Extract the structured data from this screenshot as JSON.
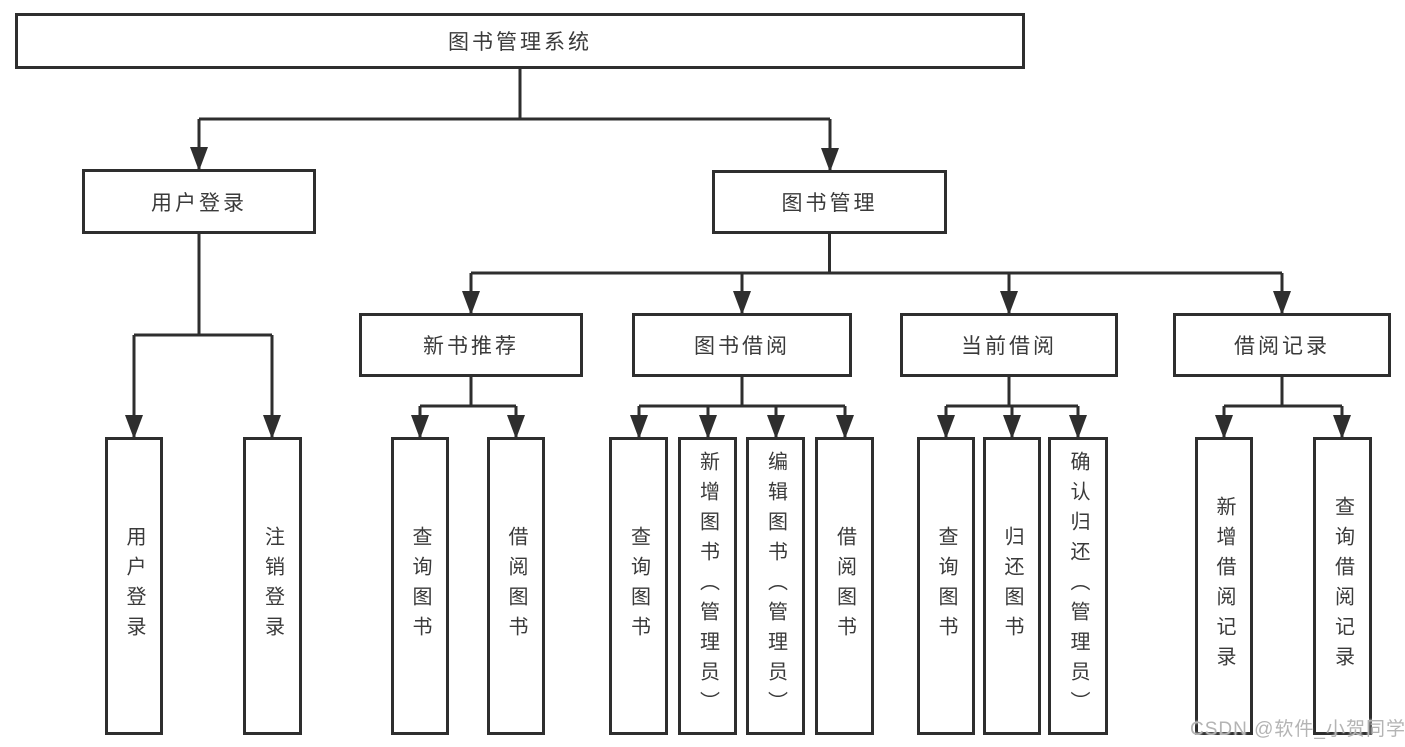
{
  "tree": {
    "root": {
      "label": "图书管理系统"
    },
    "branches": [
      {
        "label": "用户登录",
        "children": [
          {
            "label": "用户登录"
          },
          {
            "label": "注销登录"
          }
        ]
      },
      {
        "label": "图书管理",
        "groups": [
          {
            "label": "新书推荐",
            "children": [
              {
                "label": "查询图书"
              },
              {
                "label": "借阅图书"
              }
            ]
          },
          {
            "label": "图书借阅",
            "children": [
              {
                "label": "查询图书"
              },
              {
                "label": "新增图书（管理员）"
              },
              {
                "label": "编辑图书（管理员）"
              },
              {
                "label": "借阅图书"
              }
            ]
          },
          {
            "label": "当前借阅",
            "children": [
              {
                "label": "查询图书"
              },
              {
                "label": "归还图书"
              },
              {
                "label": "确认归还（管理员）"
              }
            ]
          },
          {
            "label": "借阅记录",
            "children": [
              {
                "label": "新增借阅记录"
              },
              {
                "label": "查询借阅记录"
              }
            ]
          }
        ]
      }
    ]
  },
  "watermark": {
    "text": "CSDN @软件_小贺同学"
  },
  "colors": {
    "line": "#2e2e2e",
    "text": "#3a3a3a",
    "box_fill": "#ffffff",
    "watermark": "#b4b4b4",
    "background": "#ffffff"
  }
}
